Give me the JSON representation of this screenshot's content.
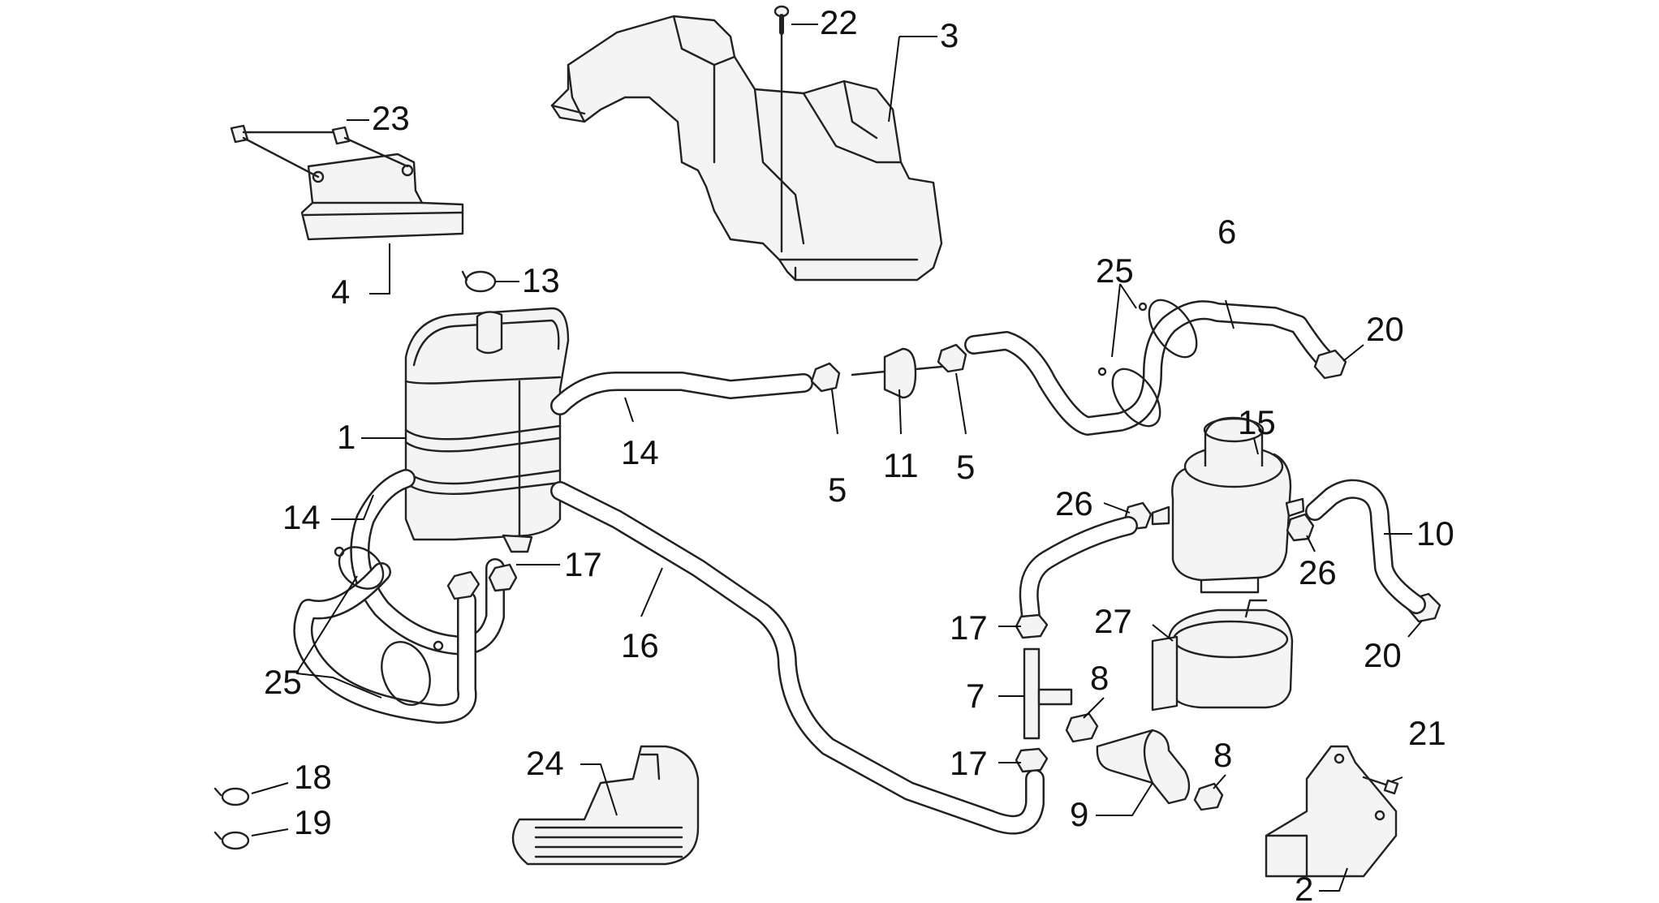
{
  "diagram": {
    "callouts": [
      {
        "id": "c1",
        "text": "1"
      },
      {
        "id": "c2",
        "text": "2"
      },
      {
        "id": "c3",
        "text": "3"
      },
      {
        "id": "c4",
        "text": "4"
      },
      {
        "id": "c5a",
        "text": "5"
      },
      {
        "id": "c5b",
        "text": "5"
      },
      {
        "id": "c6",
        "text": "6"
      },
      {
        "id": "c7",
        "text": "7"
      },
      {
        "id": "c8a",
        "text": "8"
      },
      {
        "id": "c8b",
        "text": "8"
      },
      {
        "id": "c9",
        "text": "9"
      },
      {
        "id": "c10",
        "text": "10"
      },
      {
        "id": "c11",
        "text": "11"
      },
      {
        "id": "c13",
        "text": "13"
      },
      {
        "id": "c14a",
        "text": "14"
      },
      {
        "id": "c14b",
        "text": "14"
      },
      {
        "id": "c15",
        "text": "15"
      },
      {
        "id": "c16",
        "text": "16"
      },
      {
        "id": "c17a",
        "text": "17"
      },
      {
        "id": "c17b",
        "text": "17"
      },
      {
        "id": "c17c",
        "text": "17"
      },
      {
        "id": "c18",
        "text": "18"
      },
      {
        "id": "c19",
        "text": "19"
      },
      {
        "id": "c20a",
        "text": "20"
      },
      {
        "id": "c20b",
        "text": "20"
      },
      {
        "id": "c21",
        "text": "21"
      },
      {
        "id": "c22",
        "text": "22"
      },
      {
        "id": "c23",
        "text": "23"
      },
      {
        "id": "c24",
        "text": "24"
      },
      {
        "id": "c25a",
        "text": "25"
      },
      {
        "id": "c25b",
        "text": "25"
      },
      {
        "id": "c26a",
        "text": "26"
      },
      {
        "id": "c26b",
        "text": "26"
      },
      {
        "id": "c27",
        "text": "27"
      }
    ]
  }
}
